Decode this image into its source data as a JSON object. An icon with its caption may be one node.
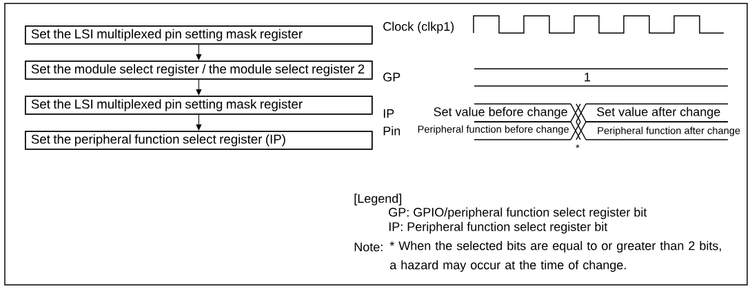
{
  "diagram": {
    "nodes": [
      {
        "text": [
          "Set the LSI multiplexed pin setting mask register"
        ]
      },
      {
        "text": [
          "Set the module select register / the module select register 2"
        ]
      },
      {
        "text": [
          "Set the LSI multiplexed pin setting mask register"
        ]
      },
      {
        "text": [
          "Set the peripheral function select register (IP)"
        ]
      }
    ],
    "edges": [
      {
        "from": 0,
        "to": 1,
        "arrow": "to"
      },
      {
        "from": 1,
        "to": 2,
        "arrow": "to"
      },
      {
        "from": 2,
        "to": 3,
        "arrow": "to"
      }
    ],
    "labels": [
      "Clock (clkp1)",
      "GP",
      "1",
      "IP",
      "Set value before change",
      "Set value after change",
      "Pin",
      "Peripheral function before change",
      "Peripheral function after change",
      "*",
      "[Legend]",
      "GP: GPIO/peripheral function select register bit",
      "IP: Peripheral function select register bit",
      "Note:",
      "* When the selected bits are equal to or greater than 2 bits, a hazard may occur at the time of change."
    ]
  }
}
